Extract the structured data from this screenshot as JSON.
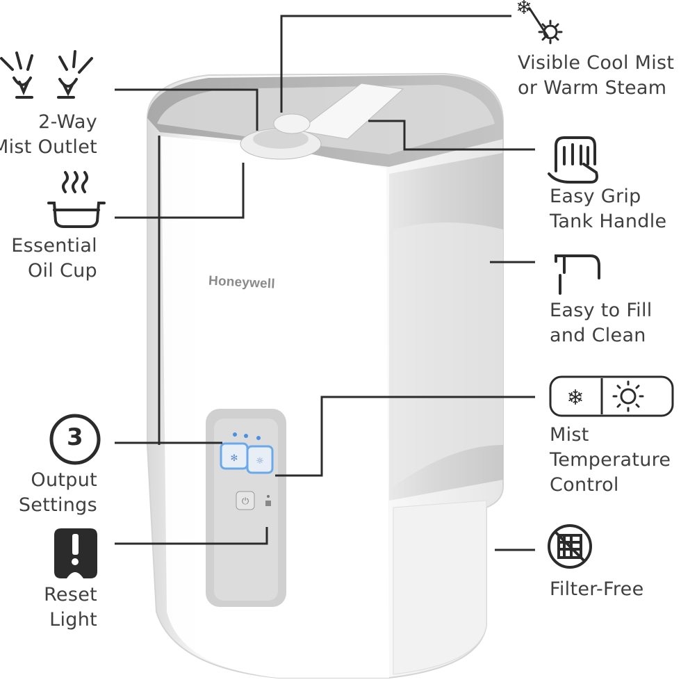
{
  "brand": "Honeywell",
  "features": {
    "mist_outlet": {
      "line1": "2-Way",
      "line2": "Mist Outlet",
      "icon": "mist-spray-icon"
    },
    "oil_cup": {
      "line1": "Essential",
      "line2": "Oil Cup",
      "icon": "oil-cup-icon"
    },
    "output_settings": {
      "badge": "3",
      "line1": "Output",
      "line2": "Settings",
      "icon": "number-badge-icon"
    },
    "reset_light": {
      "line1": "Reset",
      "line2": "Light",
      "icon": "alert-light-icon"
    },
    "cool_warm": {
      "line1": "Visible Cool Mist",
      "line2": "or Warm Steam",
      "icon": "snowflake-sun-icon"
    },
    "tank_handle": {
      "line1": "Easy Grip",
      "line2": "Tank Handle",
      "icon": "hand-grip-icon"
    },
    "fill_clean": {
      "line1": "Easy to Fill",
      "line2": "and Clean",
      "icon": "faucet-icon"
    },
    "temp_control": {
      "line1": "Mist",
      "line2": "Temperature",
      "line3": "Control",
      "icon": "snowflake-sun-toggle-icon"
    },
    "filter_free": {
      "line1": "Filter-Free",
      "icon": "no-filter-icon"
    }
  },
  "colors": {
    "line": "#2b2b2b",
    "glow": "#4a90e2",
    "body": "#f4f4f4",
    "tank": "#c9c9c9"
  }
}
